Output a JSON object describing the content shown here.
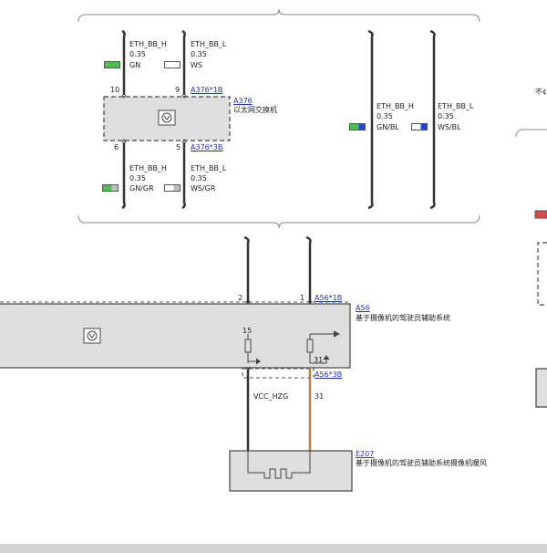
{
  "colors": {
    "background": "#ffffff",
    "module_fill": "#dedede",
    "wire_dark": "#333333",
    "wire_brown": "#b5814f",
    "gn": "#4cc04c",
    "bl": "#2244dd",
    "gr": "#bdbdbd",
    "ws": "#ffffff",
    "red": "#e04848",
    "link": "#2233cc"
  },
  "cut_off_text": "不¢",
  "switch": {
    "ref": "A376",
    "name": "以太网交换机",
    "conn_top": "A376*1B",
    "conn_bottom": "A376*3B",
    "top_wires": [
      {
        "pin": "10",
        "signal": "ETH_BB_H",
        "size": "0.35",
        "color_code": "GN"
      },
      {
        "pin": "9",
        "signal": "ETH_BB_L",
        "size": "0.35",
        "color_code": "WS"
      }
    ],
    "bottom_wires": [
      {
        "pin": "6",
        "signal": "ETH_BB_H",
        "size": "0.35",
        "color_code": "GN/GR"
      },
      {
        "pin": "5",
        "signal": "ETH_BB_L",
        "size": "0.35",
        "color_code": "WS/GR"
      }
    ],
    "pass_wires": [
      {
        "signal": "ETH_BB_H",
        "size": "0.35",
        "color_code": "GN/BL"
      },
      {
        "signal": "ETH_BB_L",
        "size": "0.35",
        "color_code": "WS/BL"
      }
    ]
  },
  "adas": {
    "ref": "A56",
    "name": "基于摄像机的驾驶员辅助系统",
    "conn_top": "A56*1B",
    "conn_bottom": "A56*3B",
    "pin_2": "2",
    "pin_1": "1",
    "pin_15": "15",
    "pin_31": "31"
  },
  "heater": {
    "ref": "E207",
    "name": "基于摄像机的驾驶员辅助系统摄像机暖风",
    "wire_vcc": "VCC_HZG",
    "wire_31": "31"
  }
}
